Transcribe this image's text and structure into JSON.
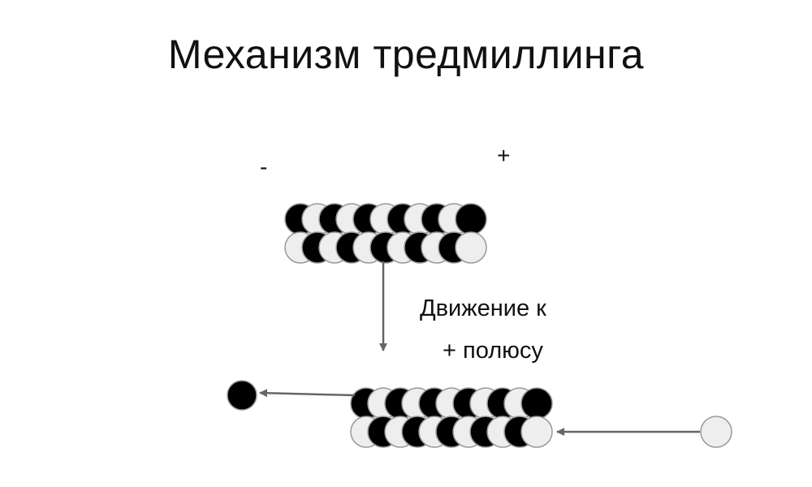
{
  "title": "Механизм тредмиллинга",
  "minus_pole": "-",
  "plus_pole": "+",
  "caption_line1": "Движение к",
  "caption_line2": "+ полюсу",
  "filament": {
    "subunits_per_row": 11
  },
  "colors": {
    "dark": "#000000",
    "light": "#eeeeee",
    "outline": "#999999",
    "arrow": "#666666"
  }
}
